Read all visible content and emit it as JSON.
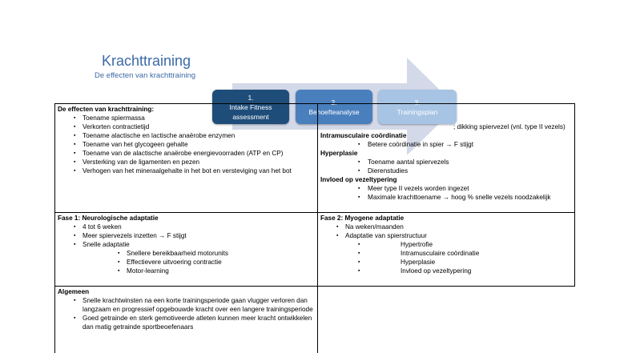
{
  "header": {
    "title": "Krachttraining",
    "subtitle": "De effecten van krachttraining"
  },
  "process": {
    "steps": [
      {
        "number": "1.",
        "line1": "Intake Fitness",
        "line2": "assessment"
      },
      {
        "number": "2.",
        "line1": "Behoefteanalyse",
        "line2": ""
      },
      {
        "number": "3.",
        "line1": "Trainingsplan",
        "line2": ""
      }
    ]
  },
  "table": {
    "effects": {
      "heading": "De effecten van krachttraining:",
      "items": [
        "Toename spiermassa",
        "Verkorten contractietijd",
        "Toename alactische en lactische anaërobe enzymen",
        "Toename van het glycogeen gehalte",
        "Toename van de alactische anaërobe energievoorraden (ATP en CP)",
        "Versterking van de ligamenten en pezen",
        "Verhogen van het mineraalgehalte in het bot en versteviging van het bot"
      ]
    },
    "right_top": {
      "partial_line": "; dikking spiervezel (vnl. type II vezels)",
      "intra_heading": "Intramusculaire coördinatie",
      "intra_items": [
        "Betere coördinatie in spier → F stijgt"
      ],
      "hyper_heading": "Hyperplasie",
      "hyper_items": [
        "Toename aantal spiervezels",
        "Dierenstudies"
      ],
      "fiber_heading": "Invloed op vezeltypering",
      "fiber_items": [
        "Meer type II vezels worden ingezet",
        "Maximale krachttoename → hoog % snelle vezels noodzakelijk"
      ]
    },
    "phase1": {
      "heading": "Fase 1: Neurologische adaptatie",
      "items": [
        "4 tot 6 weken",
        "Meer spiervezels inzetten → F stijgt",
        "Snelle adaptatie"
      ],
      "sub_items": [
        "Snellere bereikbaarheid motorunits",
        "Effectievere uitvoering contractie",
        "Motor-learning"
      ]
    },
    "phase2": {
      "heading": "Fase 2: Myogene adaptatie",
      "items": [
        "Na weken/maanden",
        "Adaptatie van spierstructuur"
      ],
      "sub_items": [
        "Hypertrofie",
        "Intramusculaire coördinatie",
        "Hyperplasie",
        "Invloed op vezeltypering"
      ]
    },
    "general": {
      "heading": "Algemeen",
      "items": [
        "Snelle krachtwinsten na een korte trainingsperiode gaan vlugger verloren dan langzaam en progressief opgebouwde kracht over een langere trainingsperiode",
        "Goed getrainde en sterk gemotiveerde atleten kunnen meer kracht ontwikkelen dan matig getrainde sportbeoefenaars"
      ]
    }
  }
}
